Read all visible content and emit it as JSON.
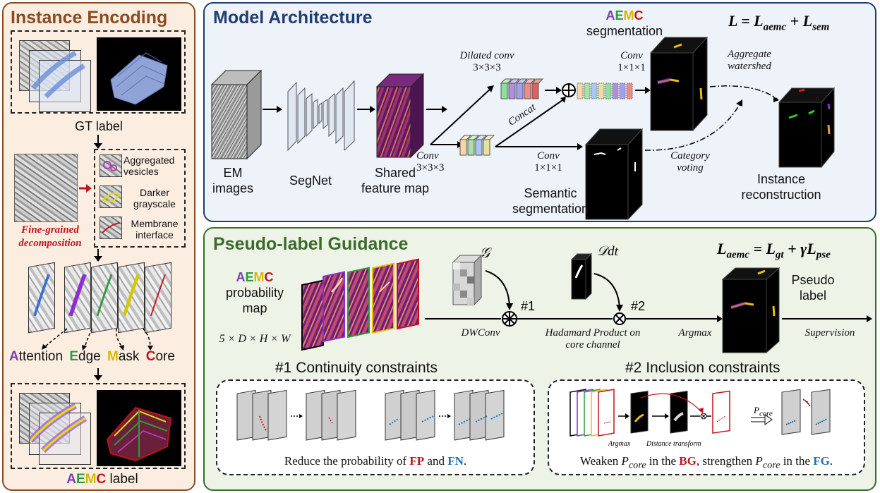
{
  "instance": {
    "title": "Instance Encoding",
    "gt_label": "GT label",
    "parts": [
      "Aggregated vesicles",
      "Darker grayscale",
      "Membrane interface"
    ],
    "fine_grained": "Fine-grained decomposition",
    "aemc_words": [
      "ttention",
      "dge",
      "ask",
      "ore"
    ],
    "aemc_caps": [
      "A",
      "E",
      "M",
      "C"
    ],
    "aemc_label_suffix": "label"
  },
  "arch": {
    "title": "Model Architecture",
    "formula": "L = L_aemc + L_sem",
    "em_images": "EM images",
    "segnet": "SegNet",
    "shared": "Shared feature map",
    "dilated": "Dilated conv",
    "dilated_k": "3×3×3",
    "conv1": "Conv",
    "conv1_k": "3×3×3",
    "concat": "Concat",
    "conv2": "Conv",
    "conv2_k": "1×1×1",
    "conv3": "Conv",
    "conv3_k": "1×1×1",
    "aemc_seg": "segmentation",
    "aggregate": "Aggregate watershed",
    "category": "Category voting",
    "semantic": "Semantic segmentation",
    "instance_rec": "Instance reconstruction"
  },
  "pseudo": {
    "title": "Pseudo-label Guidance",
    "formula": "L_aemc = L_gt + γL_pse",
    "prob_map": "probability map",
    "dims": "5 × D × H × W",
    "g_sym": "𝒢",
    "d_sym": "𝒟dt",
    "step1": "#1",
    "step2": "#2",
    "dwconv": "DWConv",
    "hadamard": "Hadamard Product on core channel",
    "argmax": "Argmax",
    "pseudo_label": "Pseudo label",
    "supervision": "Supervision",
    "c1_title": "#1 Continuity constraints",
    "c2_title": "#2 Inclusion constraints",
    "c1_caption_pre": "Reduce the probability of",
    "fp": "FP",
    "and": "and",
    "fn": "FN",
    "c2_weaken": "Weaken",
    "c2_in_bg": "in the",
    "bg": "BG",
    "c2_strengthen": ", strengthen",
    "fg": "FG",
    "pcore": "P",
    "core_sub": "core",
    "argmax_small": "Argmax",
    "dt_small": "Distance transform"
  },
  "colors": {
    "attention": "#7a3fb0",
    "edge": "#2c9b3e",
    "mask": "#d6b800",
    "core": "#c0141c",
    "fp": "#c0141c",
    "fn": "#1f6fb5"
  }
}
